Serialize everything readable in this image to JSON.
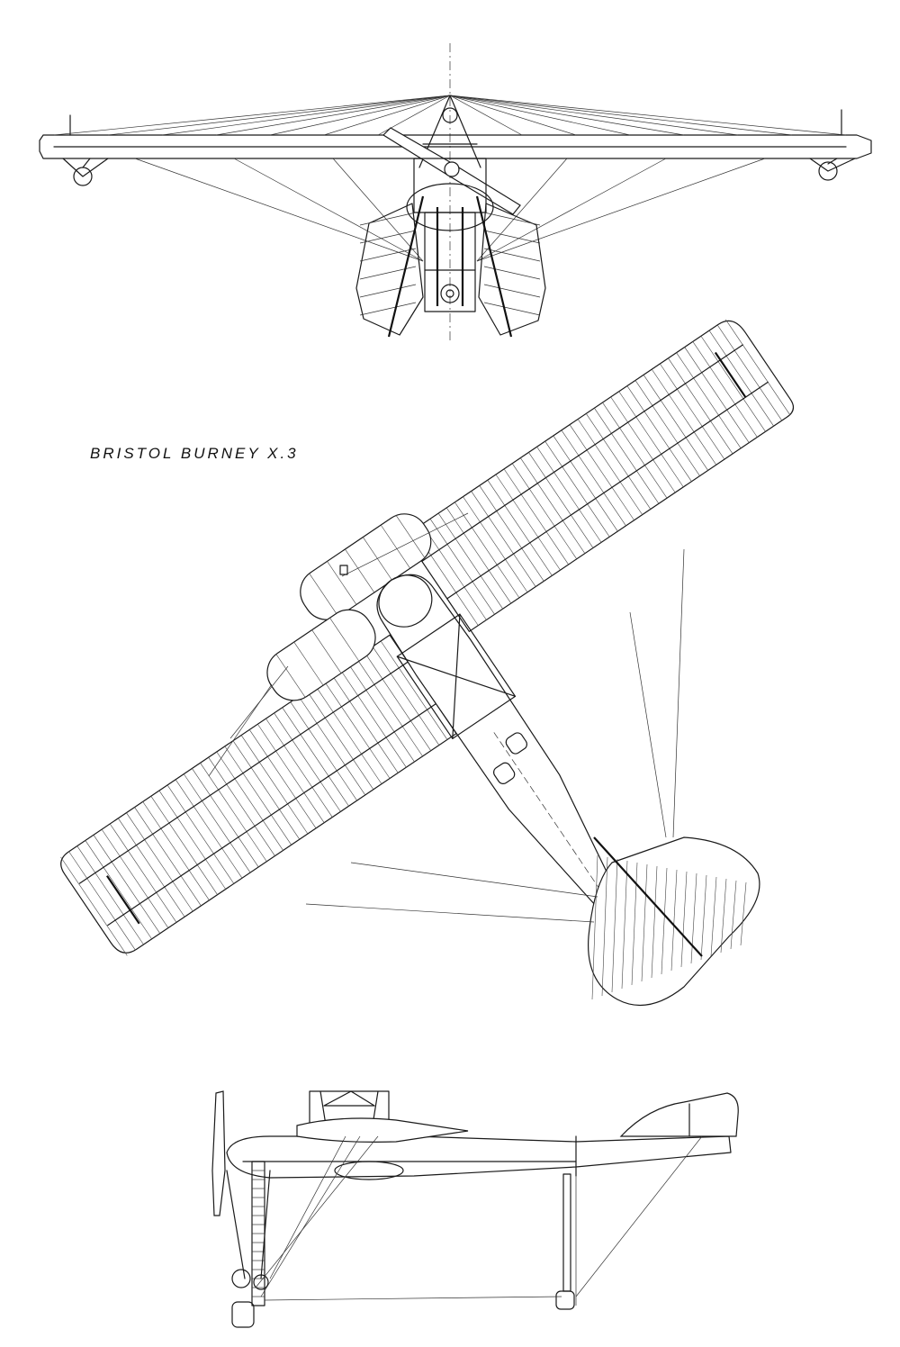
{
  "drawing": {
    "title": "BRISTOL BURNEY X.3",
    "views": [
      {
        "name": "front-view"
      },
      {
        "name": "plan-view"
      },
      {
        "name": "side-view"
      }
    ],
    "line_color": "#1a1a1a",
    "background": "#ffffff"
  }
}
